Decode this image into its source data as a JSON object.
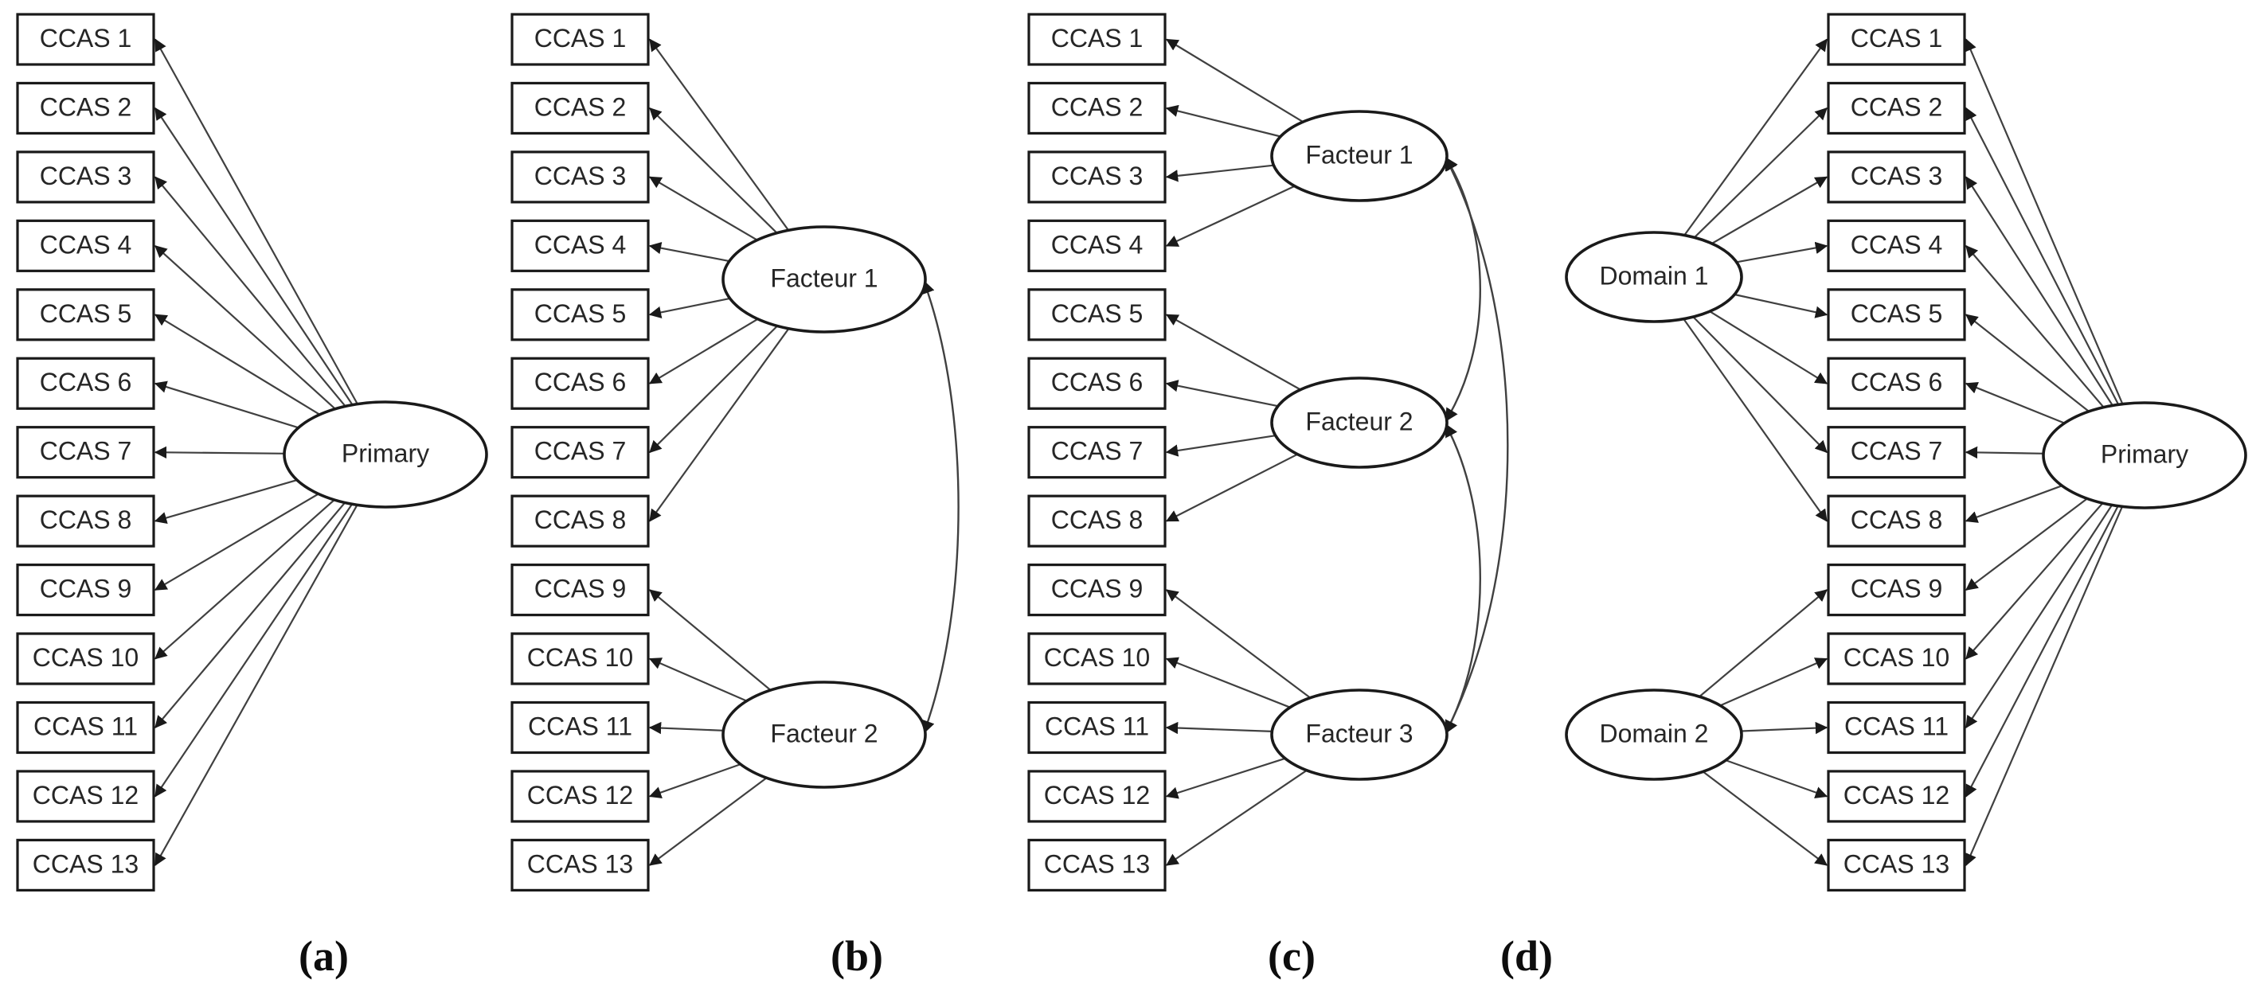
{
  "figure": {
    "type": "structural-equation-model-diagram",
    "indicator_count": 13,
    "indicators": [
      "CCAS 1",
      "CCAS 2",
      "CCAS 3",
      "CCAS 4",
      "CCAS 5",
      "CCAS 6",
      "CCAS 7",
      "CCAS 8",
      "CCAS 9",
      "CCAS 10",
      "CCAS 11",
      "CCAS 12",
      "CCAS 13"
    ],
    "colors": {
      "box_stroke": "#1a1a1a",
      "ellipse_stroke": "#1a1a1a",
      "edge": "#404040",
      "text": "#262626",
      "background": "#ffffff"
    }
  },
  "panels": [
    {
      "id": "a",
      "label": "(a)",
      "model": "unidimensional",
      "latents": [
        {
          "name": "Primary",
          "indicators": [
            "CCAS 1",
            "CCAS 2",
            "CCAS 3",
            "CCAS 4",
            "CCAS 5",
            "CCAS 6",
            "CCAS 7",
            "CCAS 8",
            "CCAS 9",
            "CCAS 10",
            "CCAS 11",
            "CCAS 12",
            "CCAS 13"
          ]
        }
      ],
      "covariances": []
    },
    {
      "id": "b",
      "label": "(b)",
      "model": "two-correlated-factors",
      "latents": [
        {
          "name": "Facteur 1",
          "indicators": [
            "CCAS 1",
            "CCAS 2",
            "CCAS 3",
            "CCAS 4",
            "CCAS 5",
            "CCAS 6",
            "CCAS 7",
            "CCAS 8"
          ]
        },
        {
          "name": "Facteur 2",
          "indicators": [
            "CCAS 9",
            "CCAS 10",
            "CCAS 11",
            "CCAS 12",
            "CCAS 13"
          ]
        }
      ],
      "covariances": [
        [
          "Facteur 1",
          "Facteur 2"
        ]
      ]
    },
    {
      "id": "c",
      "label": "(c)",
      "model": "three-correlated-factors",
      "latents": [
        {
          "name": "Facteur 1",
          "indicators": [
            "CCAS 1",
            "CCAS 2",
            "CCAS 3",
            "CCAS 4"
          ]
        },
        {
          "name": "Facteur 2",
          "indicators": [
            "CCAS 5",
            "CCAS 6",
            "CCAS 7",
            "CCAS 8"
          ]
        },
        {
          "name": "Facteur 3",
          "indicators": [
            "CCAS 9",
            "CCAS 10",
            "CCAS 11",
            "CCAS 12",
            "CCAS 13"
          ]
        }
      ],
      "covariances": [
        [
          "Facteur 1",
          "Facteur 2"
        ],
        [
          "Facteur 2",
          "Facteur 3"
        ],
        [
          "Facteur 1",
          "Facteur 3"
        ]
      ]
    },
    {
      "id": "d",
      "label": "(d)",
      "model": "bifactor",
      "latents": [
        {
          "name": "Domain 1",
          "indicators": [
            "CCAS 1",
            "CCAS 2",
            "CCAS 3",
            "CCAS 4",
            "CCAS 5",
            "CCAS 6",
            "CCAS 7",
            "CCAS 8"
          ]
        },
        {
          "name": "Domain 2",
          "indicators": [
            "CCAS 9",
            "CCAS 10",
            "CCAS 11",
            "CCAS 12",
            "CCAS 13"
          ]
        },
        {
          "name": "Primary",
          "indicators": [
            "CCAS 1",
            "CCAS 2",
            "CCAS 3",
            "CCAS 4",
            "CCAS 5",
            "CCAS 6",
            "CCAS 7",
            "CCAS 8",
            "CCAS 9",
            "CCAS 10",
            "CCAS 11",
            "CCAS 12",
            "CCAS 13"
          ]
        }
      ],
      "covariances": []
    }
  ],
  "labels": {
    "a": "(a)",
    "b": "(b)",
    "c": "(c)",
    "d": "(d)"
  }
}
